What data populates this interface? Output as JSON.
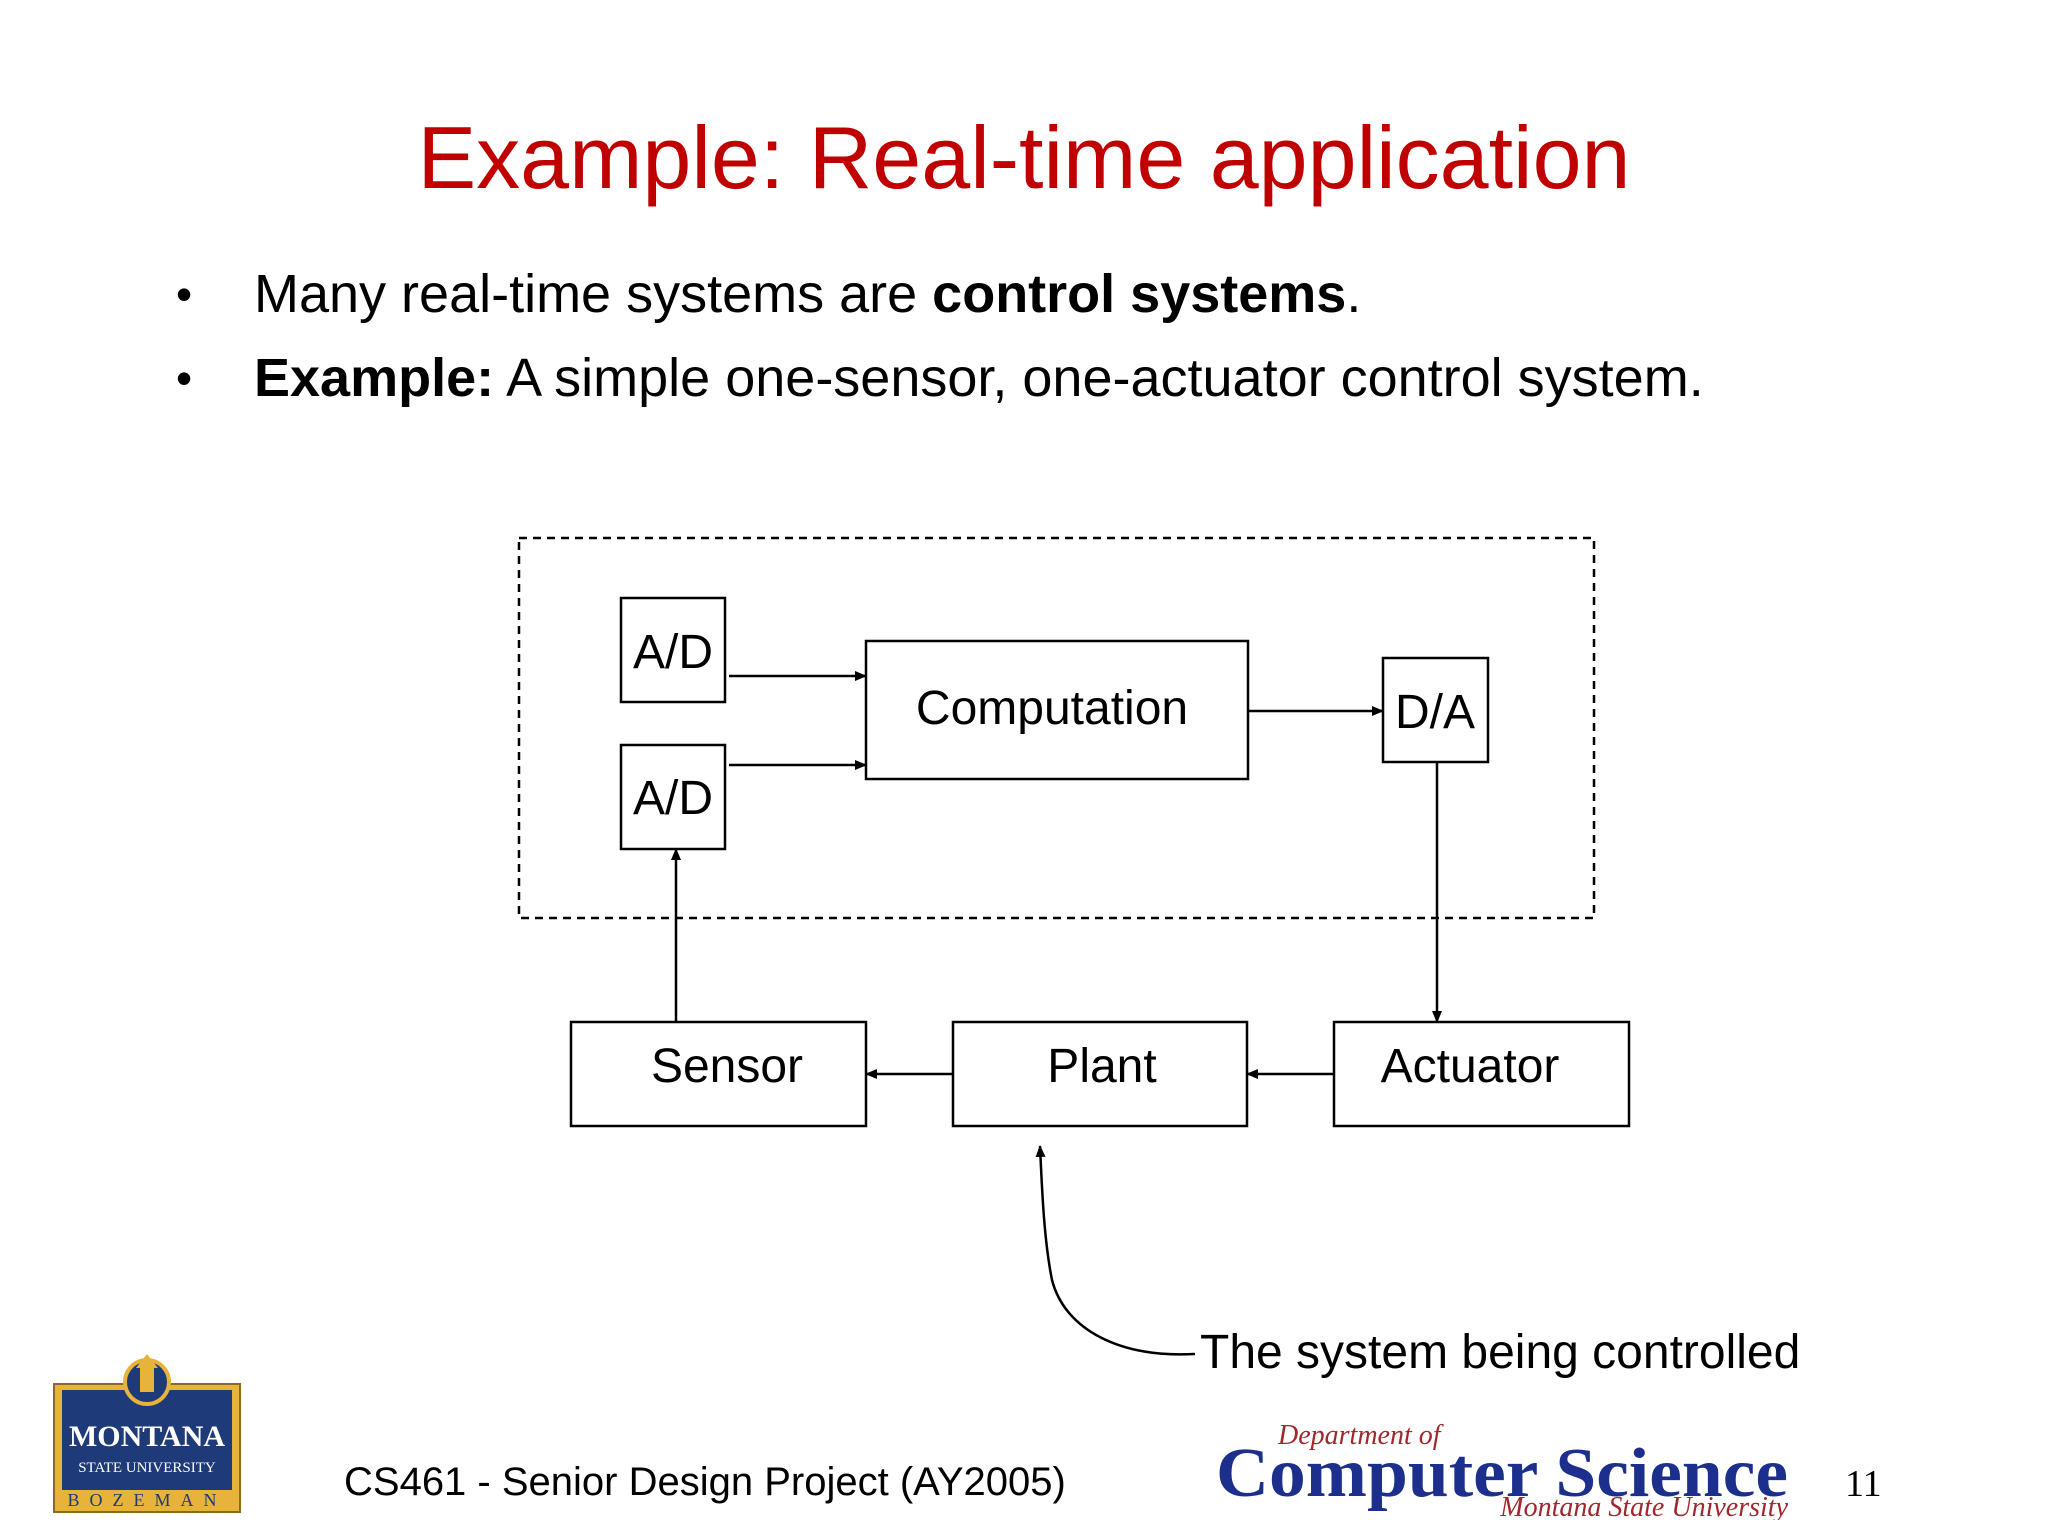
{
  "slide": {
    "title": "Example: Real-time application",
    "bullets": [
      {
        "marker": "•",
        "prefix": "Many real-time systems are ",
        "bold": "control systems",
        "suffix": "."
      },
      {
        "marker": "•",
        "bold": "Example:",
        "suffix": " A simple one-sensor, one-actuator control system."
      }
    ]
  },
  "diagram": {
    "ad_top": "A/D",
    "ad_bottom": "A/D",
    "computation": "Computation",
    "da": "D/A",
    "sensor": "Sensor",
    "plant": "Plant",
    "actuator": "Actuator",
    "annotation": "The system being controlled"
  },
  "footer": {
    "course": "CS461 - Senior Design Project (AY2005)",
    "page_number": "11",
    "msu_logo": {
      "line1": "Montana",
      "line2": "State University",
      "line3": "BOZEMAN"
    },
    "cs_logo": {
      "top": "Department of",
      "main": "Computer Science",
      "bottom": "Montana State University"
    }
  },
  "colors": {
    "title": "#c00000",
    "msu_blue": "#1f3a78",
    "msu_gold": "#e8b33a",
    "cs_blue": "#1c2f8c",
    "cs_red": "#a0282c"
  }
}
